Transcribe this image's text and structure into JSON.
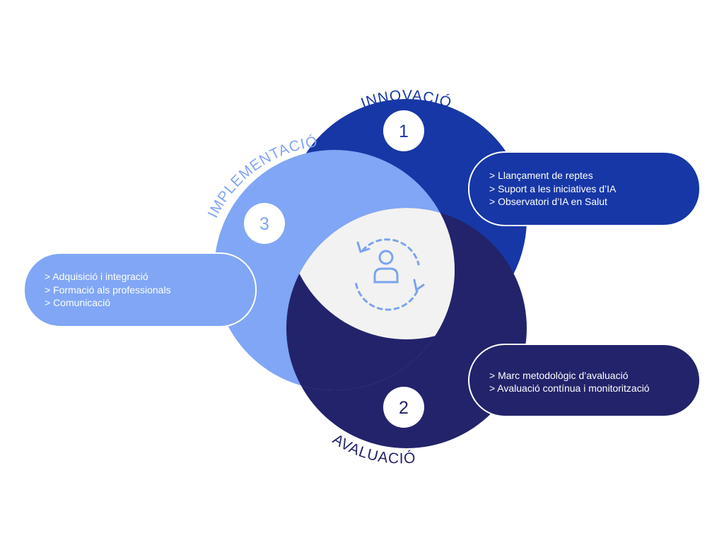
{
  "colors": {
    "innovacio": "#1737a6",
    "avaluacio": "#23236b",
    "implementacio": "#80a6f5",
    "center": "#f2f2f2",
    "center_icon": "#7ba3ef"
  },
  "stages": {
    "innovacio": {
      "title": "INNOVACIÓ",
      "number": "1",
      "items": [
        "> Llançament de reptes",
        "> Suport a les iniciatives d’IA",
        "> Observatori d’IA en Salut"
      ]
    },
    "avaluacio": {
      "title": "AVALUACIÓ",
      "number": "2",
      "items": [
        "> Marc metodològic d’avaluació",
        "> Avaluació contínua i monitorització"
      ]
    },
    "implementacio": {
      "title": "IMPLEMENTACIÓ",
      "number": "3",
      "items": [
        "> Adquisició i integració",
        "> Formació als professionals",
        "> Comunicació"
      ]
    }
  },
  "center": {
    "icon": "user-cycle-icon"
  }
}
